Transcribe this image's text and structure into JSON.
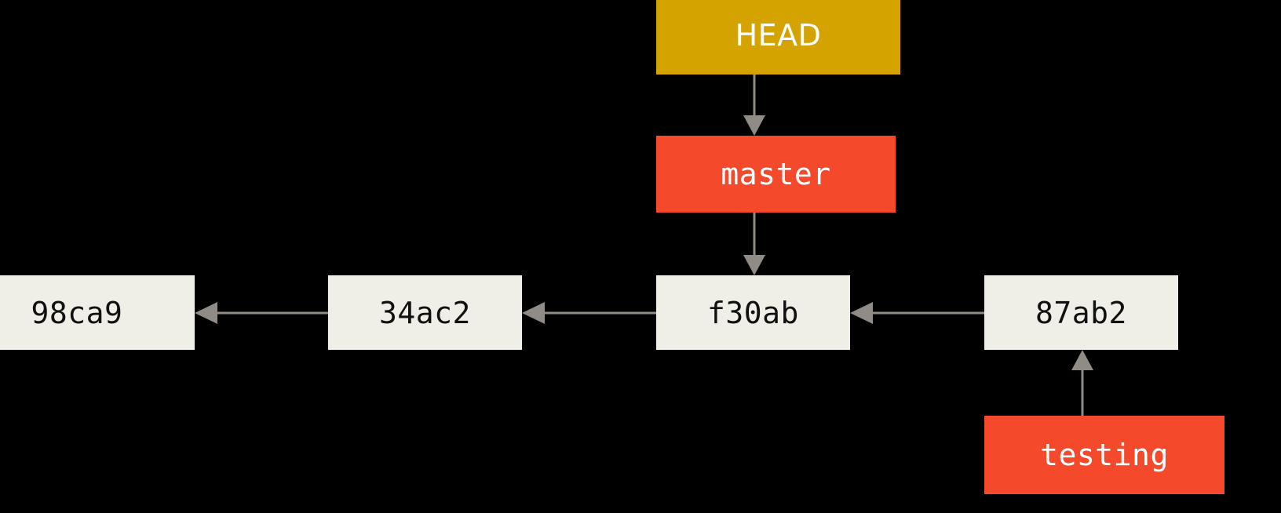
{
  "diagram": {
    "title": "git-branch-pointers",
    "background_color": "#000000",
    "colors": {
      "commit_fill": "#EFEEE7",
      "commit_text": "#111111",
      "branch_fill": "#F4492A",
      "branch_text": "#FFFFFF",
      "head_fill": "#D4A300",
      "head_text": "#FFFFFF",
      "arrow": "#908B84"
    },
    "head": {
      "label": "HEAD"
    },
    "branches": [
      {
        "label": "master",
        "points_to": "f30ab"
      },
      {
        "label": "testing",
        "points_to": "87ab2"
      }
    ],
    "commits": [
      {
        "label": "98ca9"
      },
      {
        "label": "34ac2"
      },
      {
        "label": "f30ab"
      },
      {
        "label": "87ab2"
      }
    ],
    "arrows": [
      {
        "from": "HEAD",
        "to": "master",
        "direction": "down"
      },
      {
        "from": "master",
        "to": "f30ab",
        "direction": "down"
      },
      {
        "from": "34ac2",
        "to": "98ca9",
        "direction": "left"
      },
      {
        "from": "f30ab",
        "to": "34ac2",
        "direction": "left"
      },
      {
        "from": "87ab2",
        "to": "f30ab",
        "direction": "left"
      },
      {
        "from": "testing",
        "to": "87ab2",
        "direction": "up"
      }
    ]
  }
}
